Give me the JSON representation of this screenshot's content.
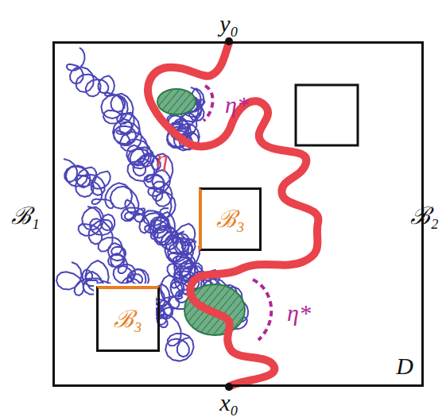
{
  "diagram": {
    "nodes": [
      {
        "text": [
          "D"
        ]
      },
      {
        "text": [
          "ℬ₃"
        ],
        "in": 0
      },
      {
        "text": [
          "ℬ₃"
        ],
        "in": 0
      }
    ],
    "labels": [
      "y₀",
      "x₀",
      "ℬ₁",
      "ℬ₂",
      "η",
      "η*",
      "η*"
    ]
  }
}
